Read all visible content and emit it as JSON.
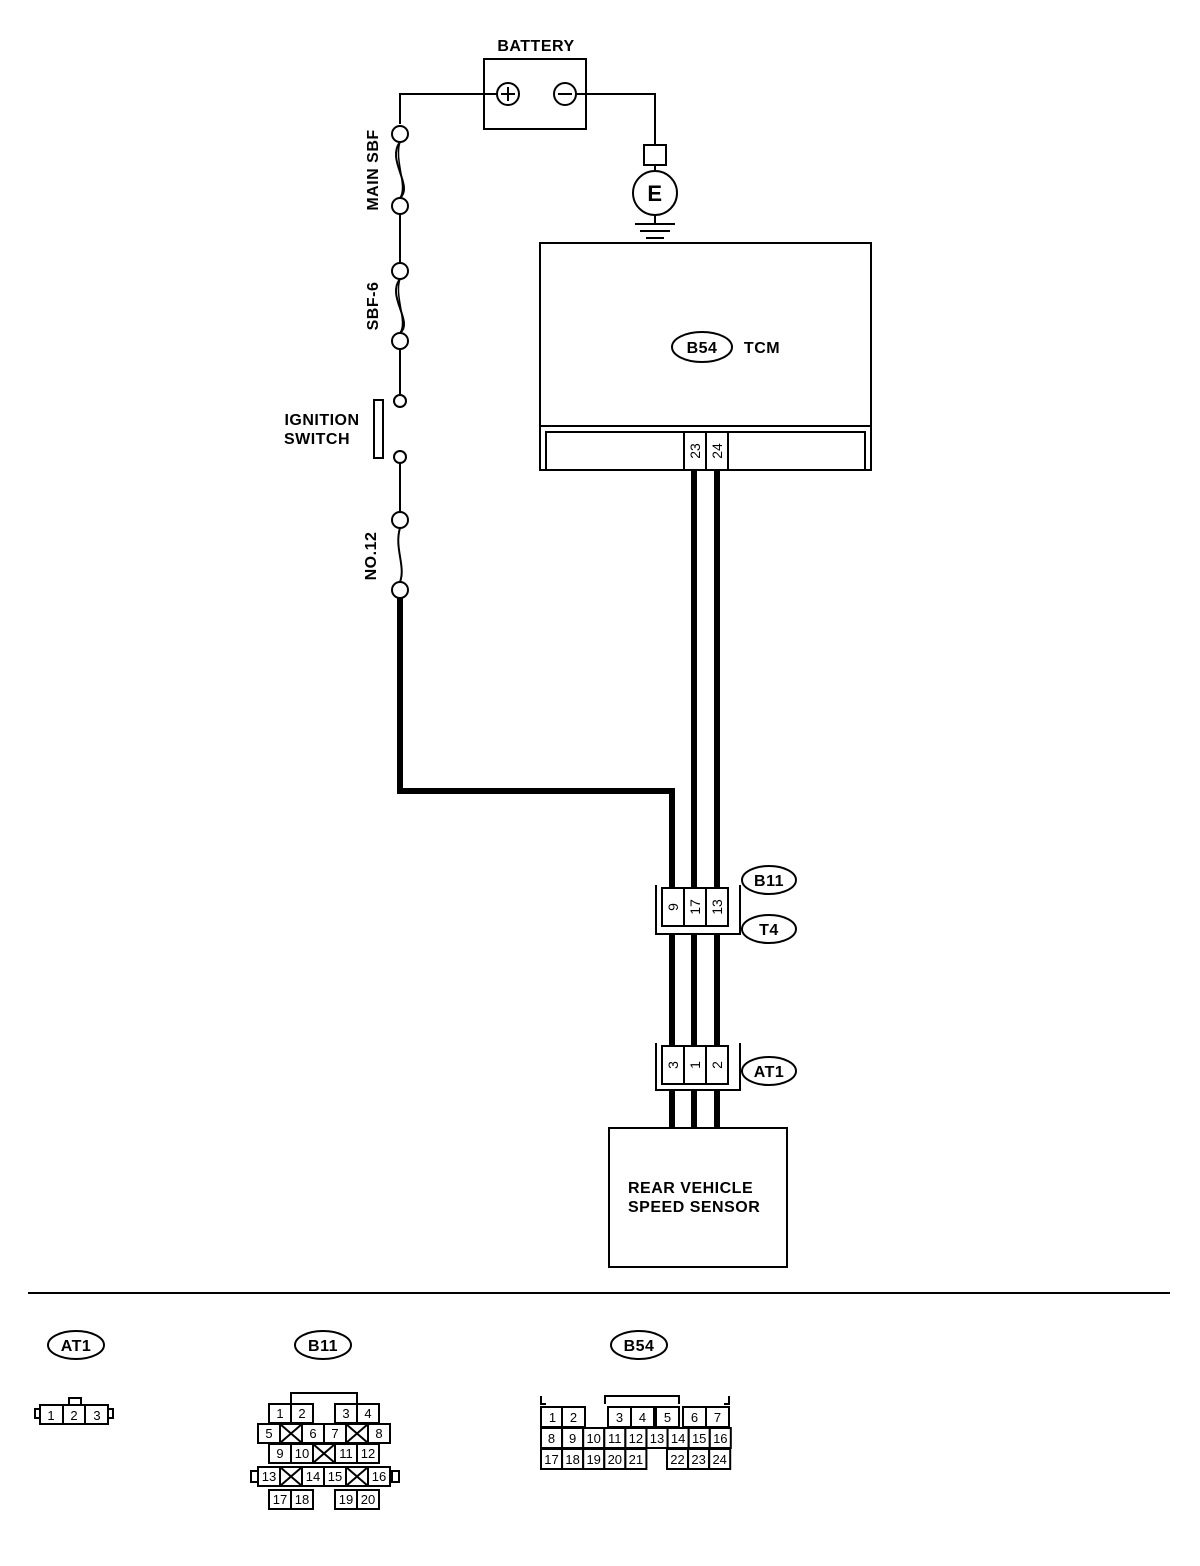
{
  "battery": {
    "label": "BATTERY",
    "plus_symbol": "+",
    "minus_symbol": "−"
  },
  "ground": {
    "label": "E"
  },
  "fuses": {
    "main_sbf": "MAIN SBF",
    "sbf6": "SBF-6",
    "no12": "NO.12"
  },
  "ignition_switch": {
    "line1": "IGNITION",
    "line2": "SWITCH"
  },
  "tcm": {
    "connector_id": "B54",
    "label": "TCM",
    "pins": [
      "23",
      "24"
    ]
  },
  "intermediate_connector": {
    "ids": [
      "B11",
      "T4"
    ],
    "pins": [
      "9",
      "17",
      "13"
    ]
  },
  "sensor_connector": {
    "id": "AT1",
    "pins": [
      "3",
      "1",
      "2"
    ]
  },
  "sensor": {
    "line1": "REAR VEHICLE",
    "line2": "SPEED SENSOR"
  },
  "connector_views": {
    "at1": {
      "id": "AT1",
      "pins": [
        "1",
        "2",
        "3"
      ]
    },
    "b11": {
      "id": "B11",
      "pins": [
        "1",
        "2",
        "3",
        "4",
        "5",
        "6",
        "7",
        "8",
        "9",
        "10",
        "11",
        "12",
        "13",
        "14",
        "15",
        "16",
        "17",
        "18",
        "19",
        "20"
      ]
    },
    "b54": {
      "id": "B54",
      "pins": [
        "1",
        "2",
        "3",
        "4",
        "5",
        "6",
        "7",
        "8",
        "9",
        "10",
        "11",
        "12",
        "13",
        "14",
        "15",
        "16",
        "17",
        "18",
        "19",
        "20",
        "21",
        "22",
        "23",
        "24"
      ]
    }
  },
  "colors": {
    "line": "#000000",
    "background": "#ffffff"
  }
}
